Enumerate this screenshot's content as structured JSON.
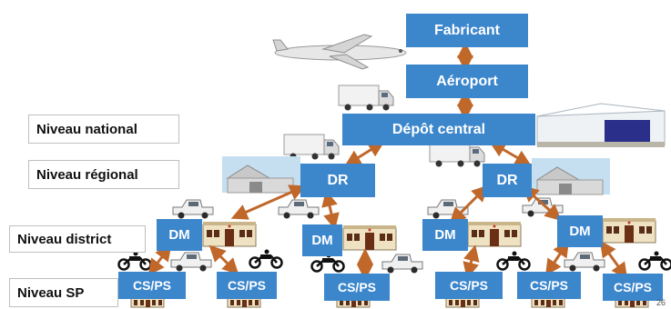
{
  "levels": {
    "national": "Niveau national",
    "regional": "Niveau régional",
    "district": "Niveau district",
    "sp": "Niveau SP"
  },
  "nodes": {
    "fabricant": "Fabricant",
    "aeroport": "Aéroport",
    "depot": "Dépôt central",
    "dr": "DR",
    "dm": "DM",
    "csps": "CS/PS"
  },
  "page_number": "26",
  "icons": {
    "plane": "airplane-icon",
    "truck": "truck-icon",
    "warehouse": "warehouse-icon",
    "pickup": "pickup-truck-icon",
    "motorbike": "motorbike-icon",
    "building": "building-icon"
  },
  "colors": {
    "node": "#3c86cc",
    "arrow": "#c0672a"
  }
}
